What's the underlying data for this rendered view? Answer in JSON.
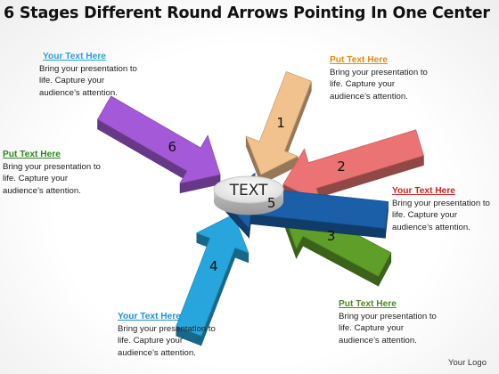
{
  "title": "6 Stages Different Round Arrows Pointing In  One Center",
  "center_label": "TEXT",
  "footer": "Your Logo",
  "colors": {
    "stage1": "#f2c28e",
    "stage2": "#ec7373",
    "stage3": "#5f9e28",
    "stage4": "#27a6dd",
    "stage5": "#1b5fa8",
    "stage6": "#a45ad8"
  },
  "stages": [
    {
      "number": "1",
      "heading": "Put Text Here",
      "heading_color": "#e08a16",
      "body": [
        "Bring your presentation to",
        "life. Capture your",
        "audience’s attention."
      ]
    },
    {
      "number": "2",
      "heading": "Your Text Here",
      "heading_color": "#d42020",
      "body": [
        "Bring your presentation to",
        "life. Capture your",
        "audience’s attention."
      ]
    },
    {
      "number": "3",
      "heading": "Put  Text Here",
      "heading_color": "#4f8a1a",
      "body": [
        "Bring your presentation to",
        "life. Capture your",
        "audience’s attention."
      ]
    },
    {
      "number": "4",
      "heading": "Your Text Here",
      "heading_color": "#1f8fd0",
      "body": [
        "Bring your presentation to",
        "life. Capture your",
        "audience’s attention."
      ]
    },
    {
      "number": "5",
      "heading": "Put  Text Here",
      "heading_color": "#2a8a1a",
      "body": [
        "Bring your presentation to",
        "life. Capture your",
        "audience’s attention."
      ]
    },
    {
      "number": "6",
      "heading": "Your Text Here",
      "heading_color": "#2aa0d8",
      "body": [
        "Bring your presentation to",
        "life. Capture your",
        "audience’s attention."
      ]
    }
  ]
}
